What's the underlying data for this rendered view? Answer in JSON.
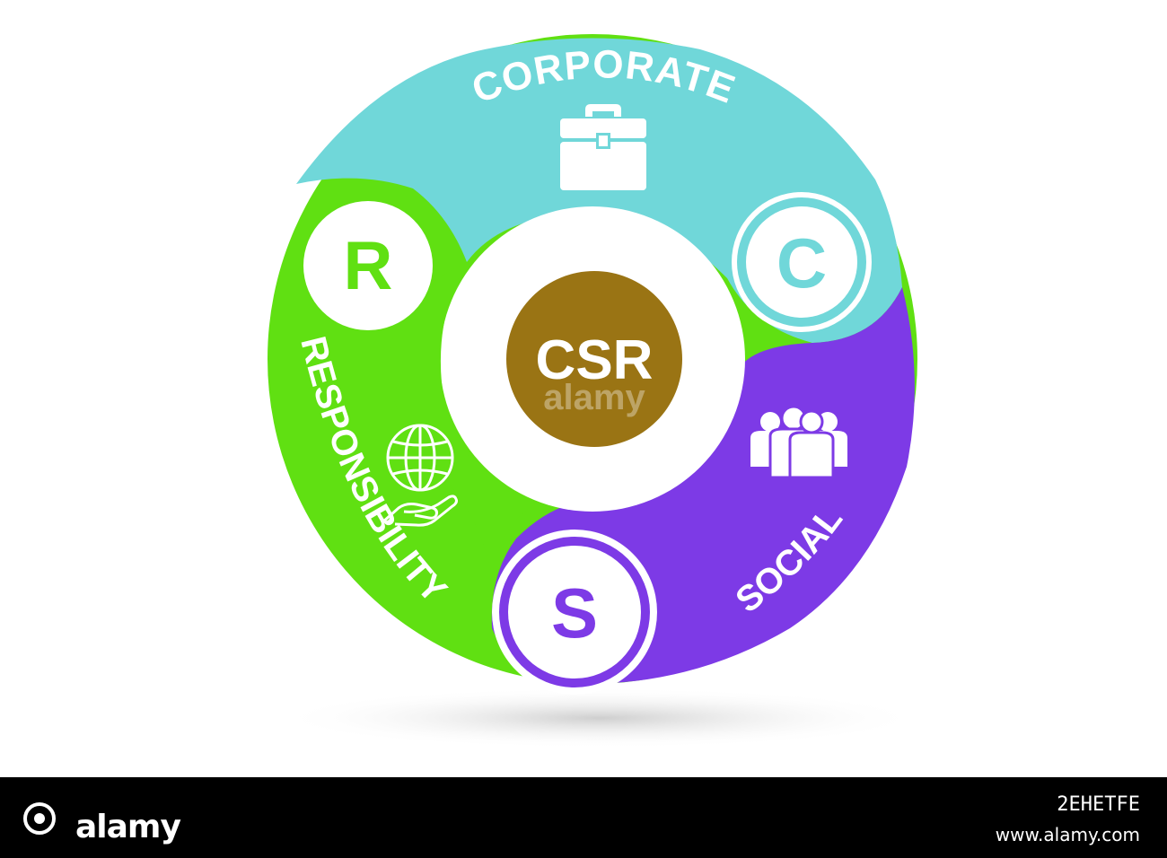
{
  "center": {
    "label": "CSR",
    "color": "#9a7414"
  },
  "segments": [
    {
      "key": "corporate",
      "word": "CORPORATE",
      "letter": "C",
      "color": "#70d7d9",
      "icon": "briefcase-icon"
    },
    {
      "key": "social",
      "word": "SOCIAL",
      "letter": "S",
      "color": "#7d3ae6",
      "icon": "people-group-icon"
    },
    {
      "key": "responsibility",
      "word": "RESPONSIBILITY",
      "letter": "R",
      "color": "#60e012",
      "icon": "globe-hand-icon"
    }
  ],
  "watermark": {
    "text": "alamy"
  },
  "footer": {
    "brand": "alamy",
    "image_id": "2EHETFE",
    "url": "www.alamy.com"
  }
}
